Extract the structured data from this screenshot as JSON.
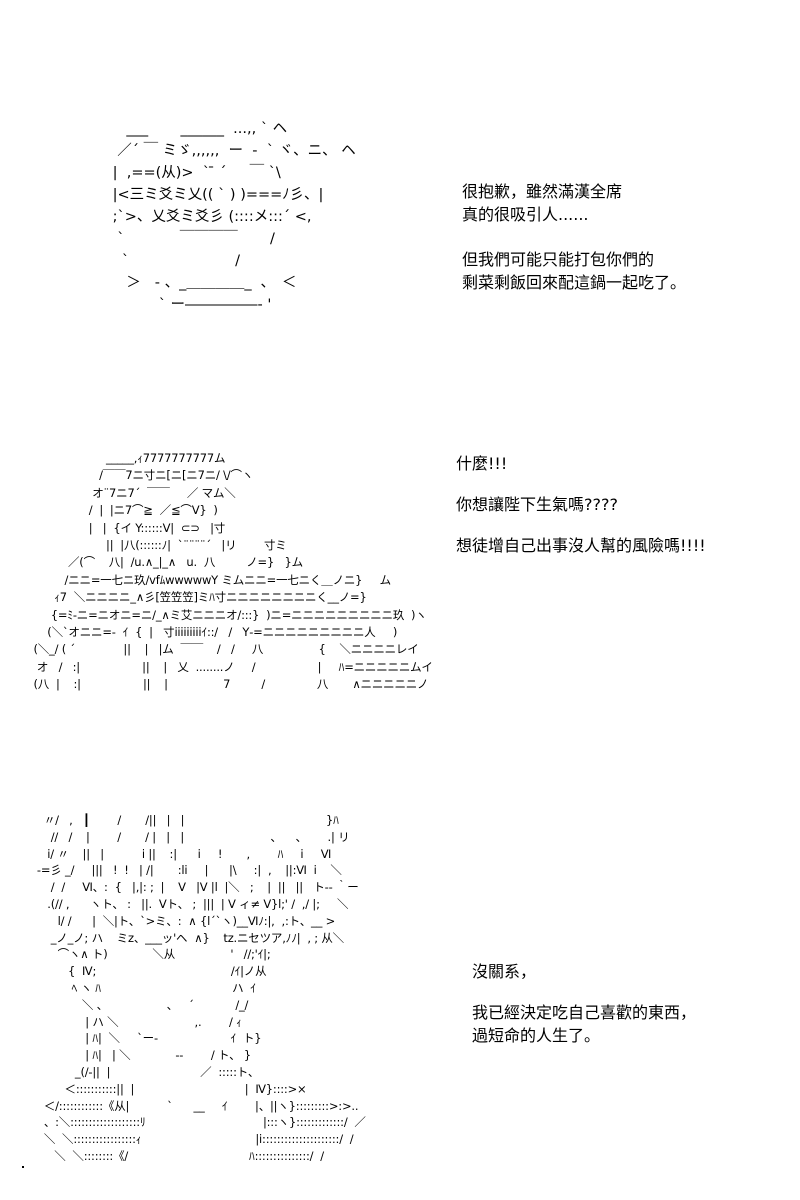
{
  "panels": [
    {
      "ascii_art": "    ___       ______  ...,, ` ヘ\n  ／´ ￣ ミゞ,,,,,,  ー  -  ` ヾ、ニ、 ヘ\n |  ,==(从)>  ` ̄ ´     ￣ `\\\n |<三ミ爻ミ乂(( ` ) )===ﾉ彡、|\n ;`>、乂爻ミ爻彡 (::::メ:::´ <,\n  `            ￣￣￣￣       /\n   `                       /\n    ＞   - 、_＿＿＿＿_  ､   ＜\n           ` ー―――――‐ '",
      "dialog": [
        "很抱歉，雖然滿漢全席\n真的很吸引人......",
        "但我們可能只能打包你們的\n剩菜剩飯回來配這鍋一起吃了。"
      ]
    },
    {
      "ascii_art": "                      _____,ｨ7777777777ム\n                    /￣￣7ニ寸ニ[ニ[ニ7ニ/ \\/⌒ヽ\n                  オ¨7ニ7´  ￣￣     ／ マム＼\n                 /  |  |ニ7⌒≧  ／≦⌒V}  )\n                 |   |  {イ Y::::::V|  ⊂⊃   |寸\n                      ||  |八(::::::ﾉ|  `¨¨¨¨´   |リ        寸ミ\n           ／(⌒    八|  /u.∧_|_∧   u.  八         ノ=}   }ム\n          /ニニ=一七ニ玖/vfﾑwwwwwY ミムニニ=一七ニく＿ノニ}     ム\n       ｨ7  ＼ニニニニ_∧彡[笠笠笠]ミﾊ寸ニニニニニニニニく__ノ=}\n      {=ﾐ-ニ=ニオニ=ニ/_∧ミ艾ニニニオ/:::}  )ニ=ニニニニニニニニニ玖  )ヽ\n     (＼`オニニ=‐  ｲ  {  |   寸iiiiiiiiiｲ::/   /   Y‐=ニニニニニニニニニ人     )\n (＼_/ ( ´              ||    |   |ム  ￣￣    /   /     八                {    ＼ニニニニレイ\n  オ   /   :|                  ||    |   乂  ........ノ     /                  |     ﾊ=ニニニニニムイ\n (八  |    :|                  ||    |                7         /               八       ∧ニニニニニノ",
      "dialog": [
        "什麼!!!",
        "你想讓陛下生氣嗎????",
        "想徒增自己出事沒人幫的風險嗎!!!!"
      ]
    },
    {
      "ascii_art": "    〃/   ,   ┃        /       /||   |   |                                         }ﾊ\n      //   /    |        /       / |   |   |                         、    、      .| リ\n     i/ 〃    ||   |           i ||    :|      i     !       ,        ﾊ     i     Ⅵ\n  -=彡 _/     |||   !  !   | /|       :li     |      |\\     :|  ,    ||:Ⅵ  i    ＼\n      /  /     Ⅵ、:  {   |,|: ;  |    V   |V |l  |＼   ;    |  ||   ||   ト-- ｀ー\n     .(// ,      ヽト、 :   ||.  Ⅴト、 ;  |||  | V ィ≠ V}l;' /  ,/ |;     ＼\n        l/ /      |  ＼|ト、`>ミ、:  ∧ {l´`ヽ)__Ⅵﾉ:|,  ,:ト、__ >\n      _ノ_ノ; ハ    ミz、___ッ'ヘ  ∧}    tz.ニセツア,ﾉﾉ|  , ; 从＼\n        ⌒ヽ∧ ト)             ＼从                '   //;'ｲ|;\n           {  Ⅳ;                                       /ｲ|ノ从\n            ﾍ ヽ ﾊ                                      ハ  ｲ\n               ＼ 、                 、   ´            /_/\n                | ハ ＼                      ,.        / ｨ\n                | ﾊ|  ＼     `ー‐                     ｲ  ト}\n                | ﾊ|   | ＼             --        / ト、 }\n             _(/‐||  |                          ／  :::::ト、\n          ＜:::::::::::||  |                                |  Ⅳ}::::>×\n    ＜/::::::::::::《从|           `      __     ｲ        |、||ヽ}:::::::::>:>..\n    、:＼:::::::::::::::::::ﾘ                                  |:::ヽ}:::::::::::::/  ／\n    ＼  ＼:::::::::::::::::ｨ                                 |i:::::::::::::::::::::/  /\n       ＼  ＼::::::::《/                                   ﾊ:::::::::::::::/  /",
      "dialog": [
        "沒關系，",
        "我已經決定吃自己喜歡的東西，\n過短命的人生了。"
      ]
    }
  ]
}
